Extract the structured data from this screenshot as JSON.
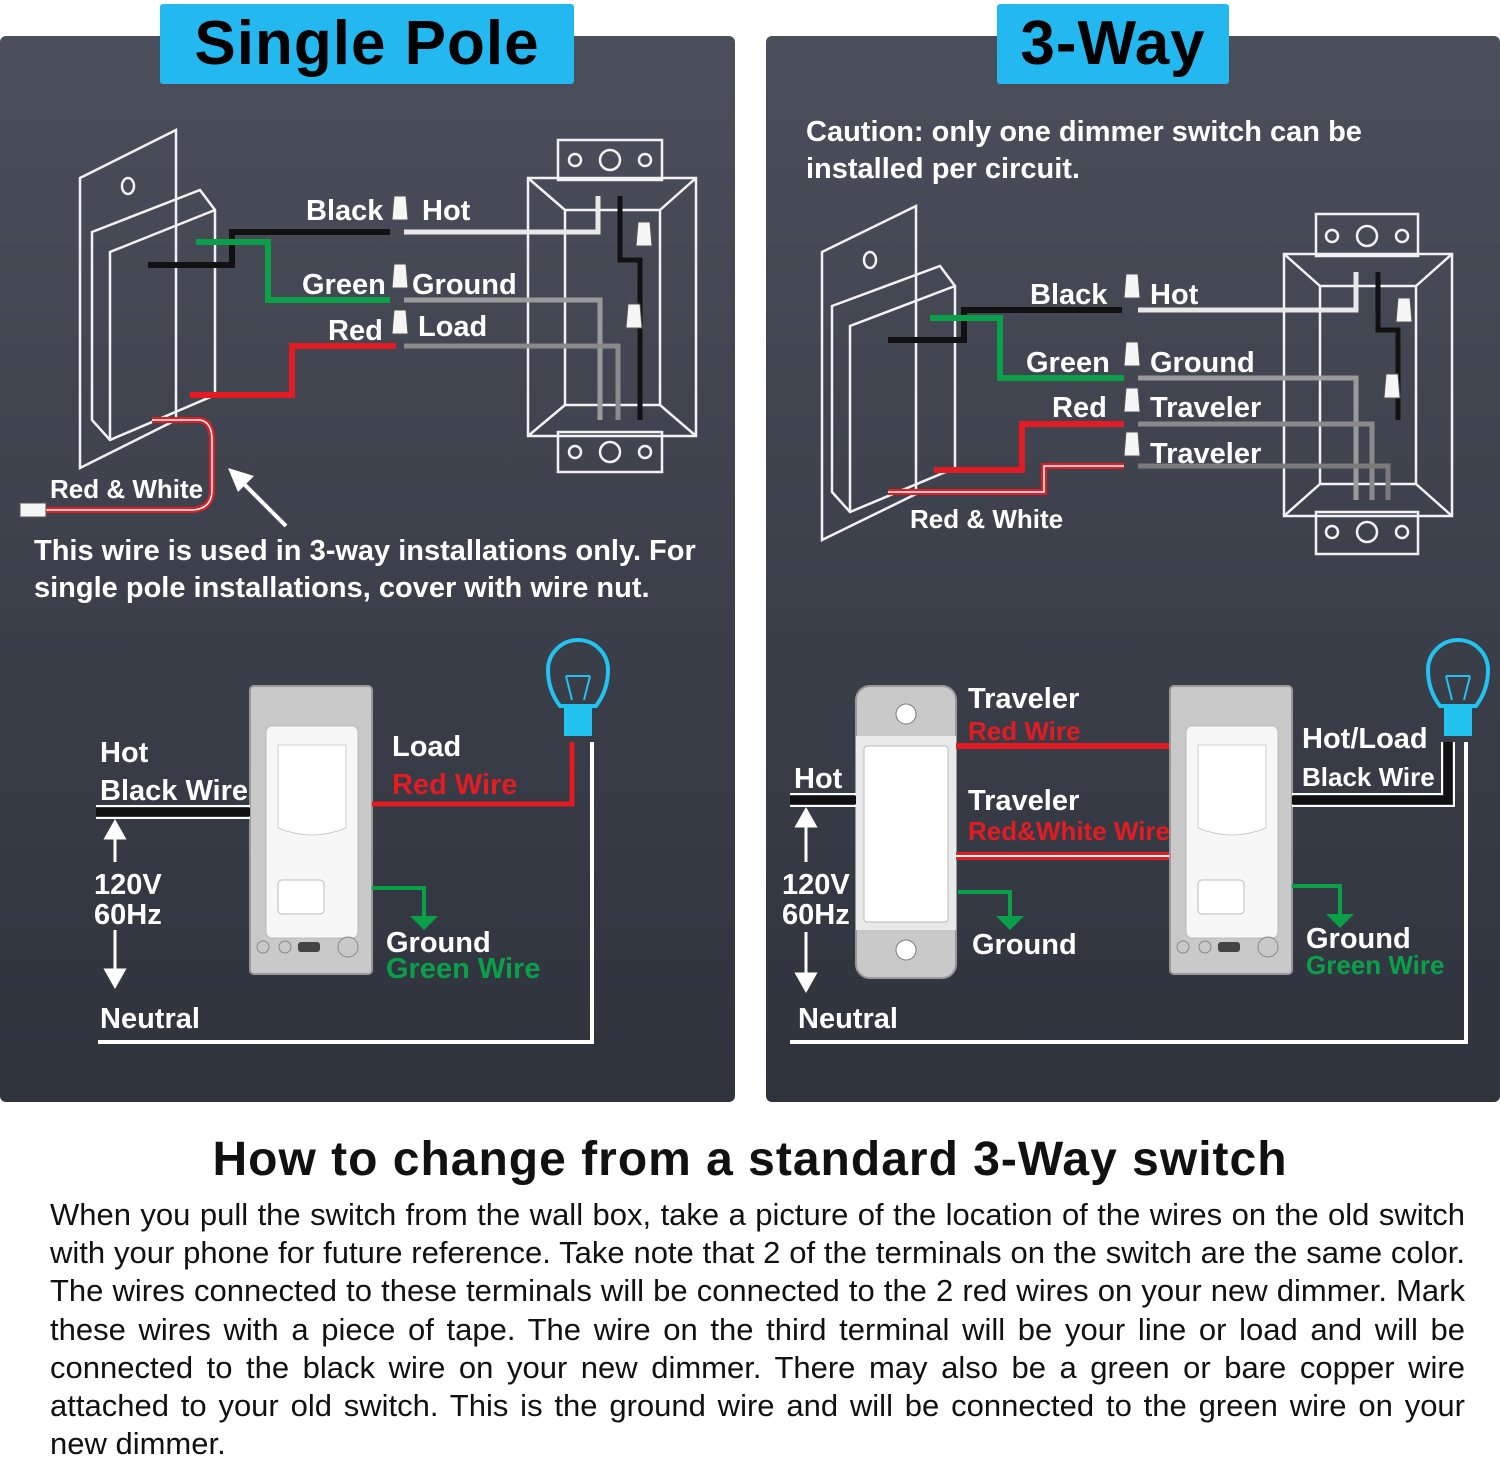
{
  "colors": {
    "hot_black": "#111111",
    "red": "#e31b23",
    "green": "#0aa04a",
    "white_wire": "#ffffff",
    "badge": "#23b8f0"
  },
  "single_pole": {
    "title": "Single Pole",
    "wiring_labels": {
      "black": "Black",
      "hot": "Hot",
      "green": "Green",
      "ground": "Ground",
      "red": "Red",
      "load": "Load",
      "red_white": "Red & White"
    },
    "note": "This wire is used in 3-way installations only. For single pole installations, cover with wire nut.",
    "schematic": {
      "hot": "Hot",
      "black_wire": "Black Wire",
      "voltage": "120V",
      "frequency": "60Hz",
      "neutral": "Neutral",
      "load": "Load",
      "red_wire": "Red Wire",
      "ground": "Ground",
      "green_wire": "Green Wire"
    }
  },
  "three_way": {
    "title": "3-Way",
    "caution": "Caution: only one dimmer switch can be installed per circuit.",
    "wiring_labels": {
      "black": "Black",
      "hot": "Hot",
      "green": "Green",
      "ground": "Ground",
      "red": "Red",
      "traveler_1": "Traveler",
      "traveler_2": "Traveler",
      "red_white": "Red & White"
    },
    "schematic": {
      "hot": "Hot",
      "voltage": "120V",
      "frequency": "60Hz",
      "neutral": "Neutral",
      "traveler_1": "Traveler",
      "red_wire": "Red Wire",
      "traveler_2": "Traveler",
      "red_white_wire": "Red&White Wire",
      "ground_left": "Ground",
      "hot_load": "Hot/Load",
      "black_wire": "Black Wire",
      "ground_right": "Ground",
      "green_wire": "Green Wire"
    }
  },
  "how_to": {
    "title": "How to change from a standard 3-Way switch",
    "body": "When you pull the switch from the wall box, take a picture of the location of the wires on the old switch with your phone for future reference. Take note that 2 of the terminals on the switch are the same color. The wires connected to these terminals will be connected to the 2 red wires on your new dimmer. Mark these wires with a piece of tape. The wire on the third terminal will be your line or load and will be connected to the black wire on your new dimmer. There may also be a green or bare copper wire attached to your old switch. This is the ground wire and will be connected to the green wire on your new dimmer."
  }
}
